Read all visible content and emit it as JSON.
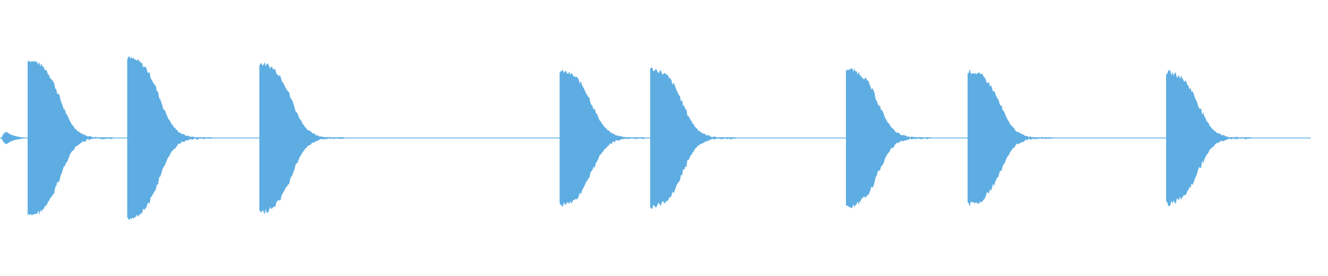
{
  "waveform": {
    "color": "#5dade2",
    "background": "#ffffff",
    "hits": [
      {
        "onset": 0.0208,
        "peak": 0.7,
        "decay": 0.04
      },
      {
        "onset": 0.0958,
        "peak": 0.72,
        "decay": 0.04
      },
      {
        "onset": 0.1953,
        "peak": 0.67,
        "decay": 0.04
      },
      {
        "onset": 0.4214,
        "peak": 0.6,
        "decay": 0.04
      },
      {
        "onset": 0.4896,
        "peak": 0.62,
        "decay": 0.04
      },
      {
        "onset": 0.637,
        "peak": 0.62,
        "decay": 0.04
      },
      {
        "onset": 0.7286,
        "peak": 0.6,
        "decay": 0.04
      },
      {
        "onset": 0.8781,
        "peak": 0.59,
        "decay": 0.04
      }
    ],
    "lead_in_blip": {
      "position": 0.0052,
      "amplitude": 0.06
    },
    "end": 0.987
  }
}
